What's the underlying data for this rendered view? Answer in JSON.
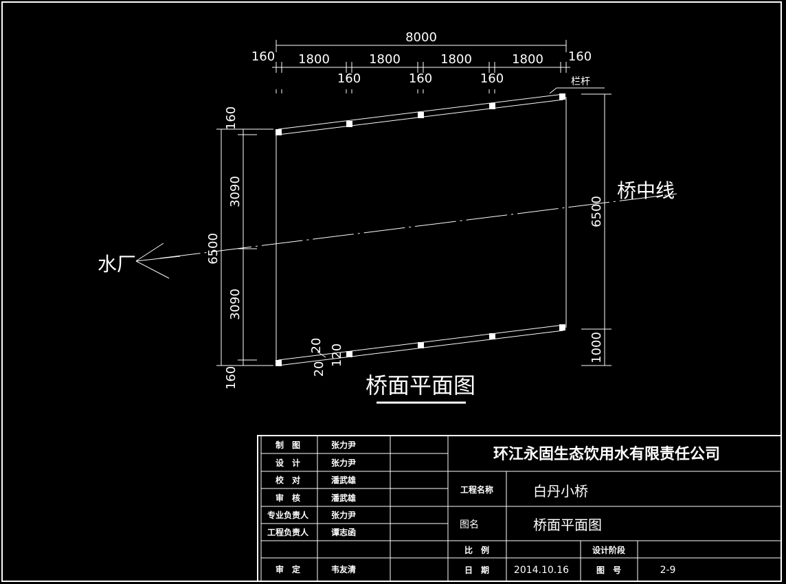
{
  "plan": {
    "dims_top": {
      "total": "8000",
      "spans": [
        "1800",
        "1800",
        "1800",
        "1800"
      ],
      "edge_left": "160",
      "edge_right": "160",
      "posts": [
        "160",
        "160",
        "160"
      ]
    },
    "dims_left": {
      "top_edge": "160",
      "upper": "3090",
      "total": "6500",
      "lower": "3090",
      "bottom_edge": "160"
    },
    "dims_right": {
      "total": "6500",
      "bottom": "1000"
    },
    "dims_detail": {
      "a": "20",
      "b": "120",
      "c": "20"
    },
    "labels": {
      "railing": "栏杆",
      "bridge_centerline": "桥中线",
      "water_plant": "水厂",
      "title": "桥面平面图"
    }
  },
  "title_block": {
    "rows": [
      {
        "role": "制　图",
        "name": "张力尹"
      },
      {
        "role": "设　计",
        "name": "张力尹"
      },
      {
        "role": "校　对",
        "name": "潘武雄"
      },
      {
        "role": "审　核",
        "name": "潘武雄"
      },
      {
        "role": "专业负责人",
        "name": "张力尹"
      },
      {
        "role": "工程负责人",
        "name": "谭志函"
      },
      {
        "role": "",
        "name": ""
      },
      {
        "role": "审　定",
        "name": "韦友清"
      }
    ],
    "company": "环江永固生态饮用水有限责任公司",
    "project_label": "工程名称",
    "project_value": "白丹小桥",
    "drawing_label": "图名",
    "drawing_value": "桥面平面图",
    "scale_label": "比　例",
    "scale_value": "",
    "stage_label": "设计阶段",
    "stage_value": "",
    "date_label": "日　期",
    "date_value": "2014.10.16",
    "number_label": "图　号",
    "number_value": "2-9"
  }
}
